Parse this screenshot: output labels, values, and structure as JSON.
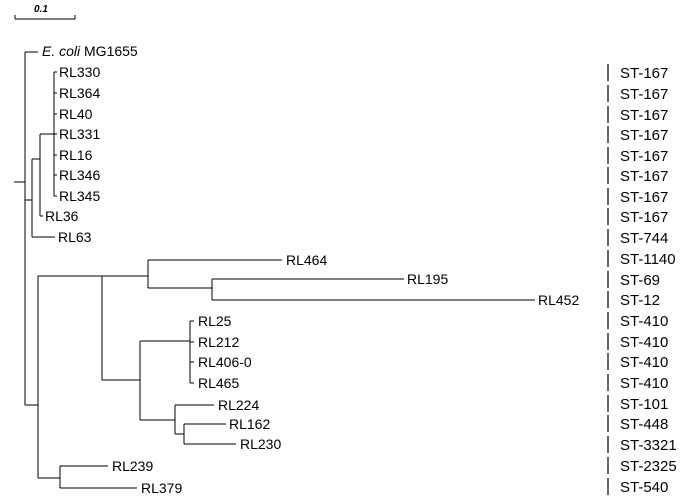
{
  "scale": {
    "value": "0.1"
  },
  "root_label": {
    "italic": "E. coli",
    "rest": " MG1655"
  },
  "taxa": [
    {
      "label": "RL330",
      "st": "ST-167"
    },
    {
      "label": "RL364",
      "st": "ST-167"
    },
    {
      "label": "RL40",
      "st": "ST-167"
    },
    {
      "label": "RL331",
      "st": "ST-167"
    },
    {
      "label": "RL16",
      "st": "ST-167"
    },
    {
      "label": "RL346",
      "st": "ST-167"
    },
    {
      "label": "RL345",
      "st": "ST-167"
    },
    {
      "label": "RL36",
      "st": "ST-167"
    },
    {
      "label": "RL63",
      "st": "ST-744"
    },
    {
      "label": "RL464",
      "st": "ST-1140"
    },
    {
      "label": "RL195",
      "st": "ST-69"
    },
    {
      "label": "RL452",
      "st": "ST-12"
    },
    {
      "label": "RL25",
      "st": "ST-410"
    },
    {
      "label": "RL212",
      "st": "ST-410"
    },
    {
      "label": "RL406-0",
      "st": "ST-410"
    },
    {
      "label": "RL465",
      "st": "ST-410"
    },
    {
      "label": "RL224",
      "st": "ST-101"
    },
    {
      "label": "RL162",
      "st": "ST-448"
    },
    {
      "label": "RL230",
      "st": "ST-3321"
    },
    {
      "label": "RL239",
      "st": "ST-2325"
    },
    {
      "label": "RL379",
      "st": "ST-540"
    }
  ]
}
